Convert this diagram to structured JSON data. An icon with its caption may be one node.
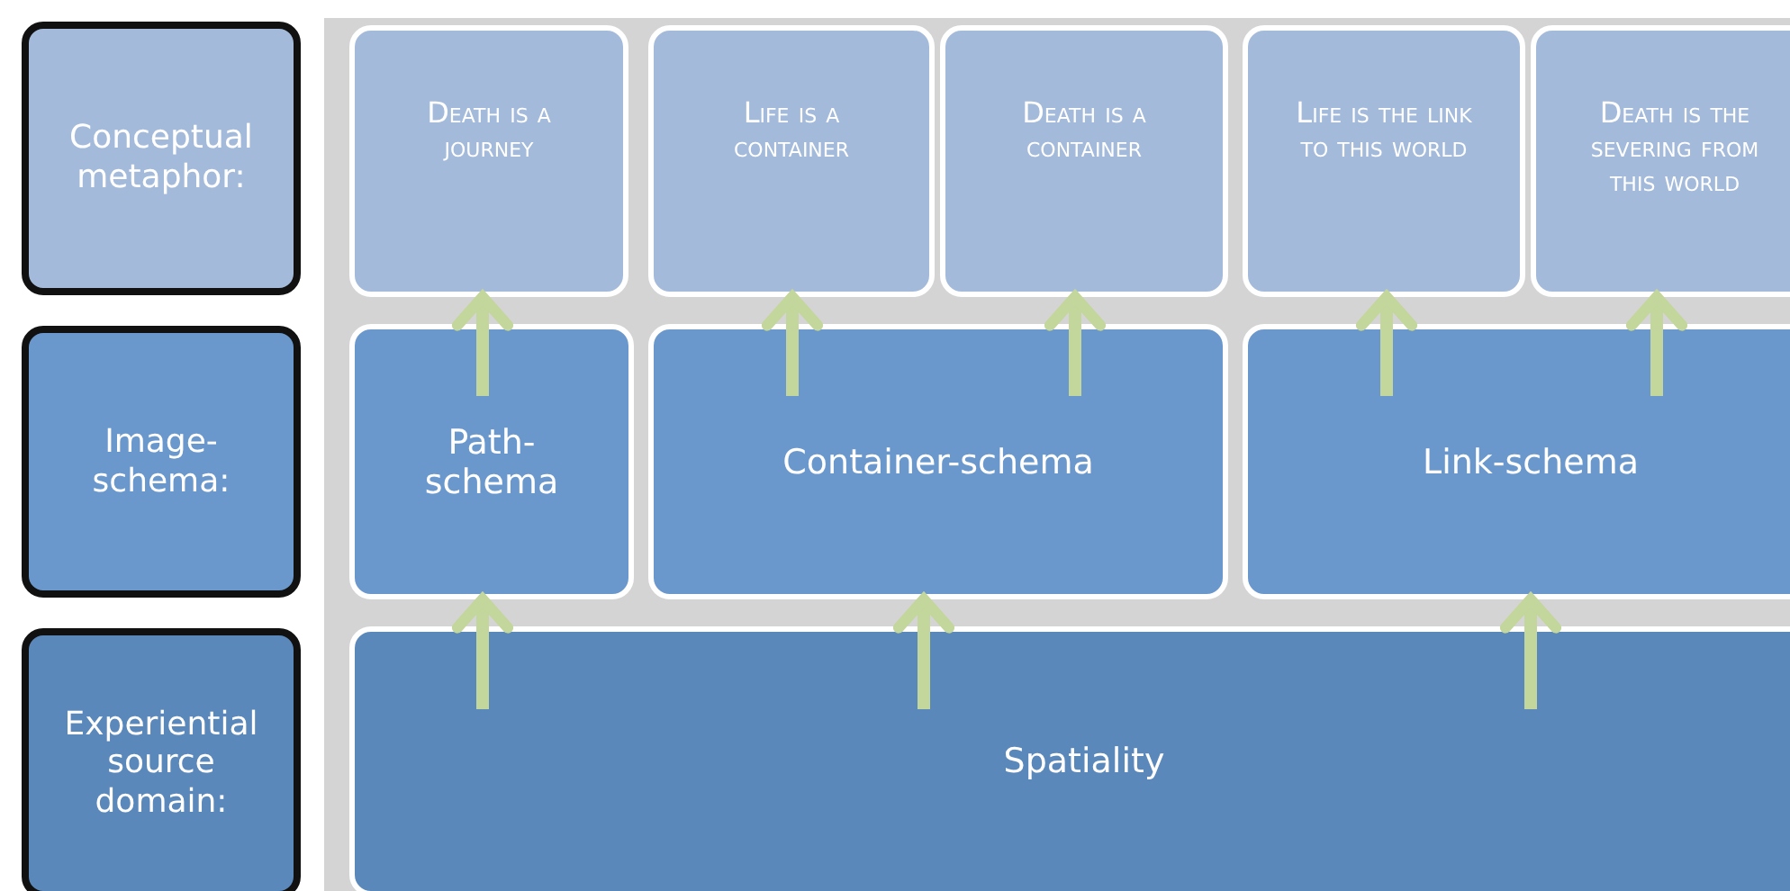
{
  "diagram": {
    "nodes": [
      {
        "text": [
          "Conceptual metaphor:"
        ]
      },
      {
        "text": [
          "Image-schema:"
        ]
      },
      {
        "text": [
          "Experiential source domain:"
        ]
      },
      {
        "text": [
          "Death is a journey"
        ]
      },
      {
        "text": [
          "Life is a container"
        ]
      },
      {
        "text": [
          "Death is a container"
        ]
      },
      {
        "text": [
          "Life is the link to this world"
        ]
      },
      {
        "text": [
          "Death is the severing from this world"
        ]
      },
      {
        "text": [
          "Path-schema"
        ]
      },
      {
        "text": [
          "Container-schema"
        ]
      },
      {
        "text": [
          "Link-schema"
        ]
      },
      {
        "text": [
          "Spatiality"
        ]
      }
    ],
    "edges": [
      {
        "from": 8,
        "to": 3,
        "arrow": "to"
      },
      {
        "from": 9,
        "to": 4,
        "arrow": "to"
      },
      {
        "from": 9,
        "to": 5,
        "arrow": "to"
      },
      {
        "from": 10,
        "to": 6,
        "arrow": "to"
      },
      {
        "from": 10,
        "to": 7,
        "arrow": "to"
      },
      {
        "from": 11,
        "to": 8,
        "arrow": "to"
      },
      {
        "from": 11,
        "to": 9,
        "arrow": "to"
      },
      {
        "from": 11,
        "to": 10,
        "arrow": "to"
      }
    ]
  }
}
